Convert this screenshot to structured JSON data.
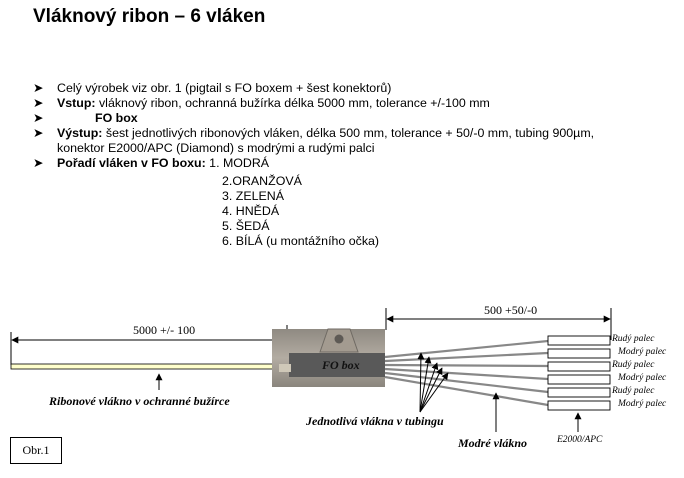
{
  "title": "Vláknový ribon – 6 vláken",
  "bullets": [
    {
      "bold": "",
      "text": "Celý výrobek viz obr. 1 (pigtail s FO boxem + šest konektorů)"
    },
    {
      "bold": "Vstup:",
      "text": " vláknový ribon, ochranná bužírka délka 5000 mm, tolerance +/-100 mm"
    },
    {
      "bold": "FO box",
      "text": ""
    },
    {
      "bold": "Výstup:",
      "text": " šest jednotlivých ribonových vláken, délka 500 mm, tolerance + 50/-0 mm, tubing 900µm,"
    },
    {
      "bold": "Pořadí vláken v FO boxu:",
      "text": " 1. MODRÁ"
    }
  ],
  "output_continuation": "konektor E2000/APC (Diamond) s modrými a rudými palci",
  "fiber_order_rest": [
    "2.ORANŽOVÁ",
    "3. ZELENÁ",
    "4. HNĚDÁ",
    "5. ŠEDÁ",
    "6. BÍLÁ  (u montážního očka)"
  ],
  "figure": {
    "dim_left": "5000  +/- 100",
    "dim_right": "500 +50/-0",
    "fo_box_label": "FO box",
    "label_ribbon": "Ribonové vlákno v ochranné bužírce",
    "label_fibers": "Jednotlivá vlákna v tubingu",
    "label_blue": "Modré vlákno",
    "label_connector": "E2000/APC",
    "connector_labels": [
      "Rudý palec",
      "Modrý palec",
      "Rudý palec",
      "Modrý palec",
      "Rudý palec",
      "Modrý palec"
    ],
    "obr_label": "Obr.1"
  },
  "colors": {
    "ribbon_fill": "#ffffcc",
    "fo_box_dark": "#555555",
    "fo_box_photo": "#a49c92"
  }
}
